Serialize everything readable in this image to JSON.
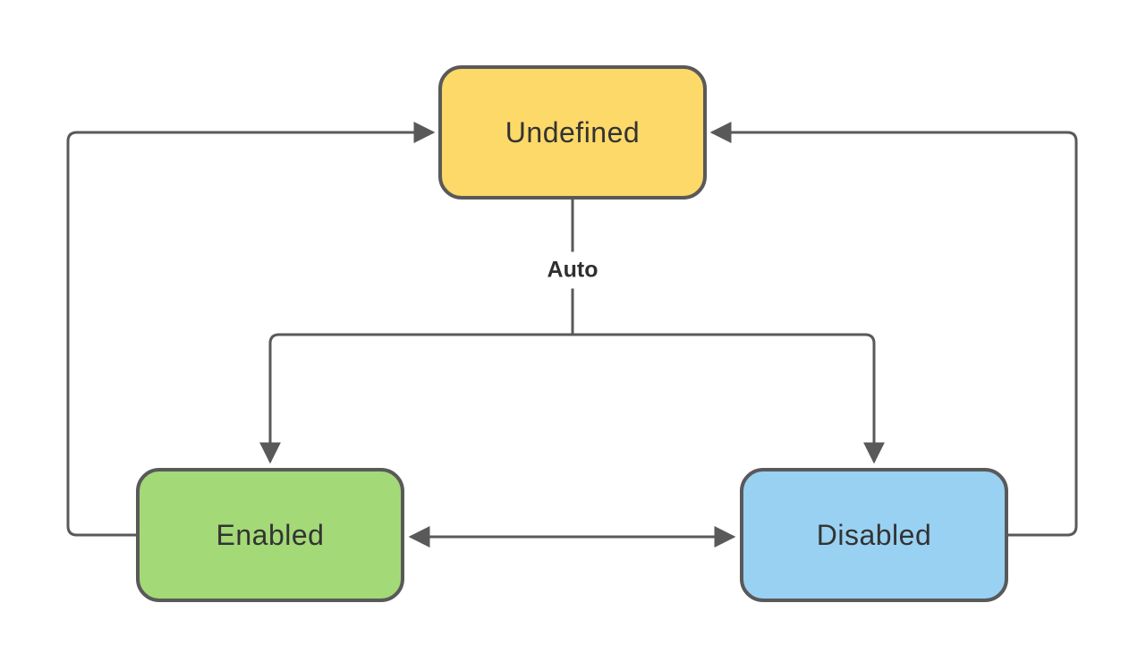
{
  "diagram": {
    "title": "enable-disable state diagram",
    "background_color": "#ffffff",
    "stroke_color": "#595959",
    "text_color": "#333333",
    "nodes": [
      {
        "id": "undefined",
        "label": "Undefined",
        "fill": "#FCD968",
        "position": "top-center"
      },
      {
        "id": "enabled",
        "label": "Enabled",
        "fill": "#A3D977",
        "position": "bottom-left"
      },
      {
        "id": "disabled",
        "label": "Disabled",
        "fill": "#99D1F2",
        "position": "bottom-right"
      }
    ],
    "edges": [
      {
        "from": "enabled",
        "to": "undefined",
        "label": "",
        "route": "left-loop"
      },
      {
        "from": "disabled",
        "to": "undefined",
        "label": "",
        "route": "right-loop"
      },
      {
        "from": "undefined",
        "to": "enabled",
        "label": "Auto",
        "route": "branch-left"
      },
      {
        "from": "undefined",
        "to": "disabled",
        "label": "Auto",
        "route": "branch-right"
      },
      {
        "from": "enabled",
        "to": "disabled",
        "label": "",
        "route": "bidirectional"
      }
    ],
    "auto_label": "Auto"
  }
}
